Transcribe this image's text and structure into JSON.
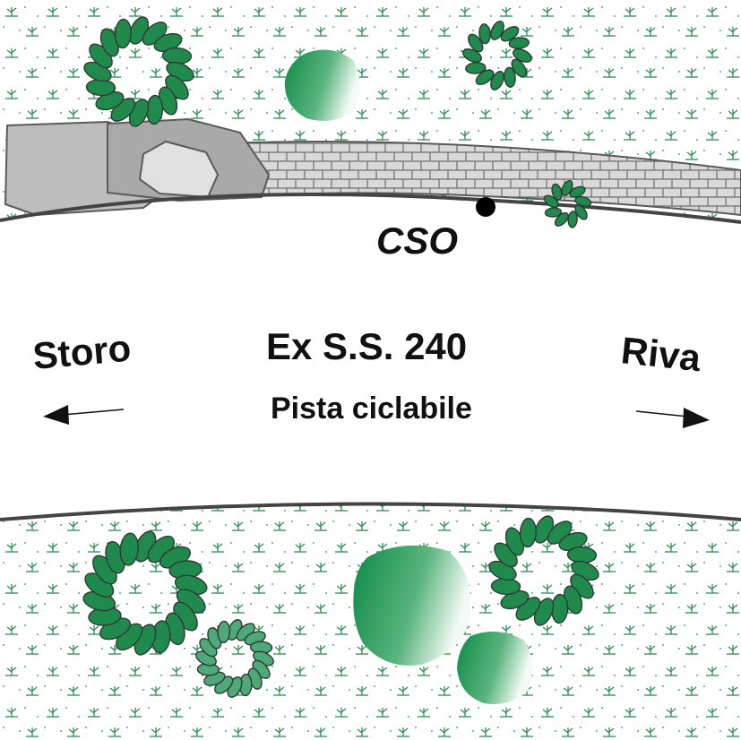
{
  "map": {
    "labels": {
      "cso": "CSO",
      "road": "Ex S.S. 240",
      "bike_path": "Pista ciclabile",
      "west_destination": "Storo",
      "east_destination": "Riva"
    },
    "colors": {
      "vegetation": "#2e8b57",
      "shrub_dark": "#1f8a4c",
      "shrub_light": "#4fa877",
      "rock_fill": "#bdbdbd",
      "rock_edge": "#5a5a5a",
      "wall_fill": "#d9d9d9",
      "road_edge": "#444444",
      "marker": "#000000"
    },
    "icons": {
      "cso_marker": "cso-point-icon",
      "west_arrow": "arrow-left-icon",
      "east_arrow": "arrow-right-icon"
    }
  }
}
